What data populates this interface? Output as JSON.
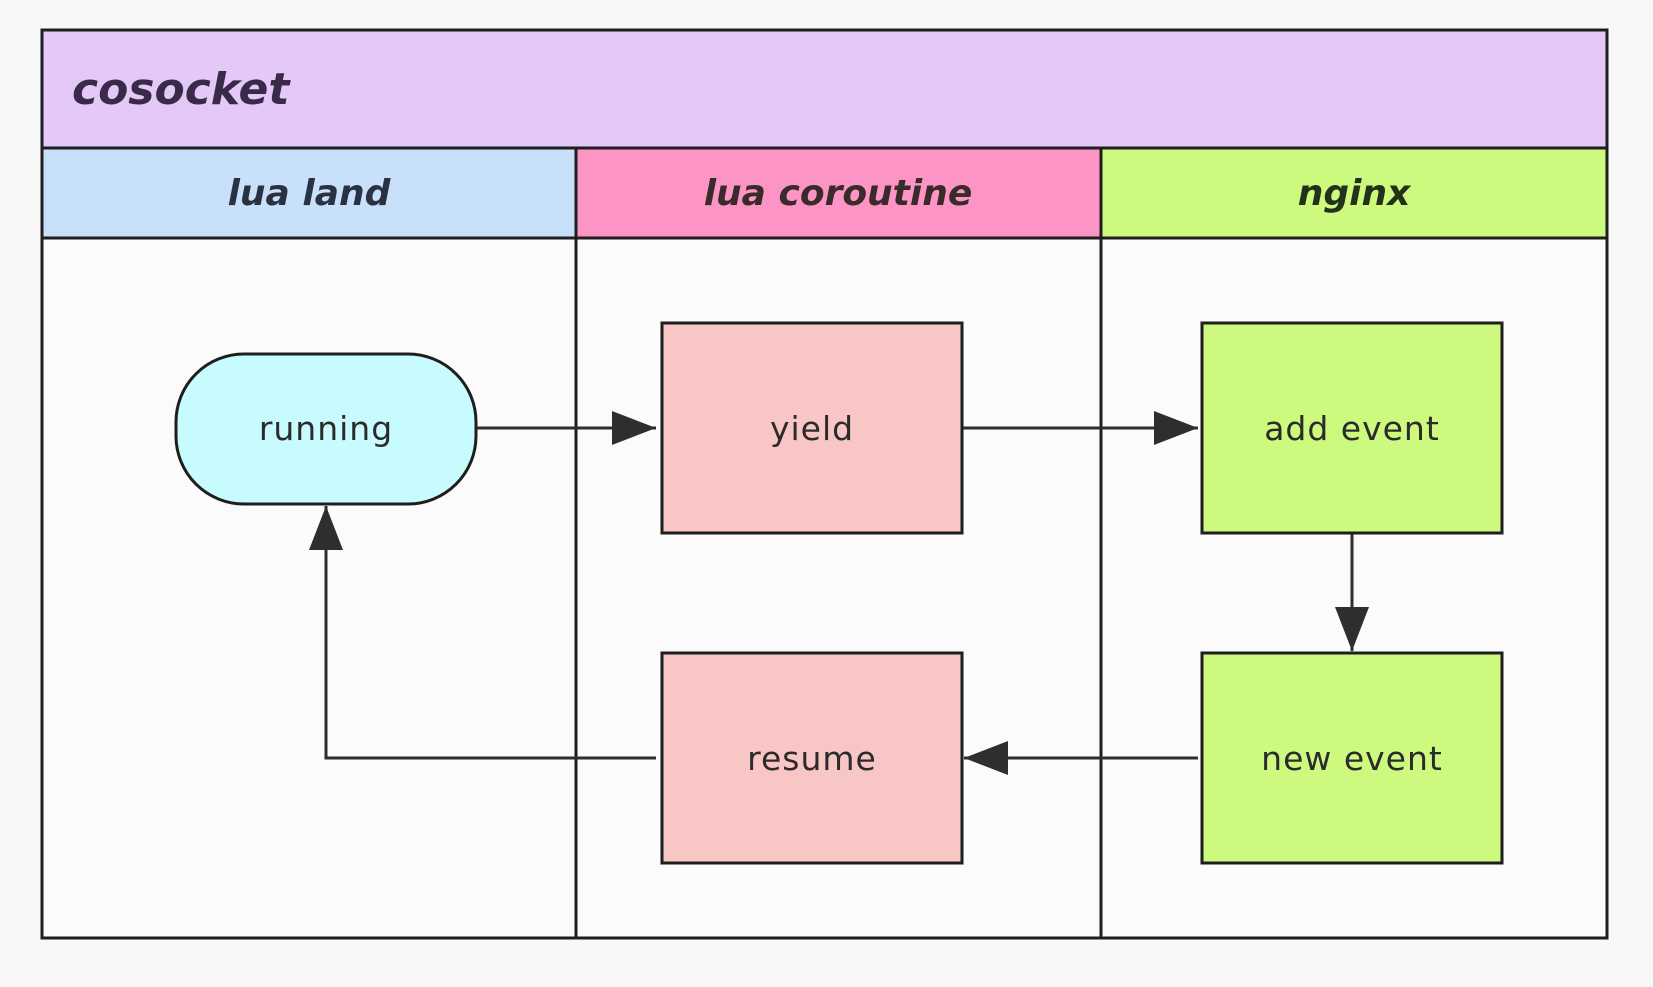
{
  "title": "cosocket",
  "lanes": [
    {
      "label": "lua land",
      "color": "#c8e0fa",
      "text_color": "#2a3140"
    },
    {
      "label": "lua coroutine",
      "color": "#fc94c6",
      "text_color": "#3a2a2a"
    },
    {
      "label": "nginx",
      "color": "#cdfa7e",
      "text_color": "#23301a"
    }
  ],
  "colors": {
    "title_band": "#e4c8f8",
    "lane_body": "#fbfbfb",
    "running_fill": "#c7fbfd",
    "coroutine_fill": "#f8c6c4",
    "nginx_fill": "#cdfa7e",
    "line": "#1e1e1e"
  },
  "nodes": {
    "running": {
      "label": "running",
      "shape": "rounded"
    },
    "yield": {
      "label": "yield",
      "shape": "rect"
    },
    "add_event": {
      "label": "add event",
      "shape": "rect"
    },
    "new_event": {
      "label": "new event",
      "shape": "rect"
    },
    "resume": {
      "label": "resume",
      "shape": "rect"
    }
  },
  "edges": [
    {
      "from": "running",
      "to": "yield"
    },
    {
      "from": "yield",
      "to": "add_event"
    },
    {
      "from": "add_event",
      "to": "new_event"
    },
    {
      "from": "new_event",
      "to": "resume"
    },
    {
      "from": "resume",
      "to": "running"
    }
  ]
}
